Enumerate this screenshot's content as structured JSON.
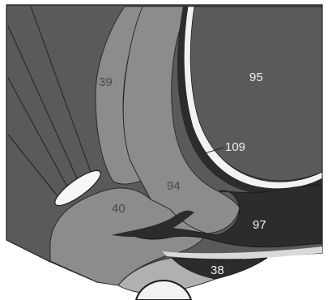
{
  "labels": {
    "l39": "39",
    "l40": "40",
    "l94": "94",
    "l95": "95",
    "l97": "97",
    "l109": "109",
    "l38": "38"
  },
  "colors": {
    "background": "#ffffff",
    "dark_region": "#555555",
    "darkest_region": "#2c2c2c",
    "medium_region": "#8a8a8a",
    "light_band": "#d9d9d9",
    "highlight": "#f2f2f2",
    "outline": "#1f1f1f"
  }
}
